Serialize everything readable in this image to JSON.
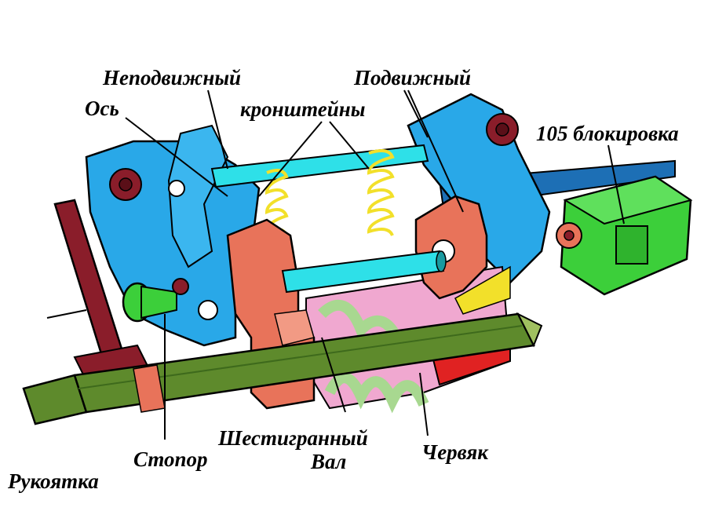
{
  "labels": {
    "fixed": "Неподвижный",
    "axis": "Ось",
    "brackets": "кронштейны",
    "movable": "Подвижный",
    "blocking": "105 блокировка",
    "hex_line1": "Шестигранный",
    "hex_line2": "Вал",
    "worm": "Червяк",
    "stopper": "Стопор",
    "handle": "Рукоятка"
  },
  "colors": {
    "bracket_blue": "#29a8e8",
    "bracket_orange": "#e8735a",
    "shaft_green": "#5e8a2c",
    "rod_cyan": "#2ee0e8",
    "spring_yellow": "#f2e02a",
    "block_green": "#3ccf3a",
    "handle_maroon": "#8a1d2a",
    "worm_pink": "#f0a8d0",
    "worm_red": "#e02222"
  }
}
